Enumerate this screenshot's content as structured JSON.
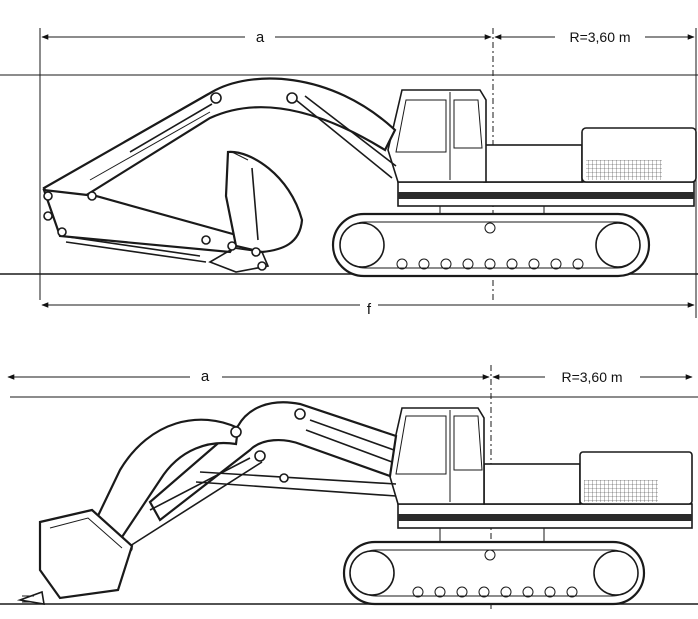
{
  "top_view": {
    "dim_a_label": "a",
    "dim_r_label": "R=3,60 m",
    "dim_f_label": "f"
  },
  "bottom_view": {
    "dim_a_label": "a",
    "dim_r_label": "R=3,60 m"
  },
  "colors": {
    "line": "#1a1a1a",
    "background": "#ffffff"
  }
}
